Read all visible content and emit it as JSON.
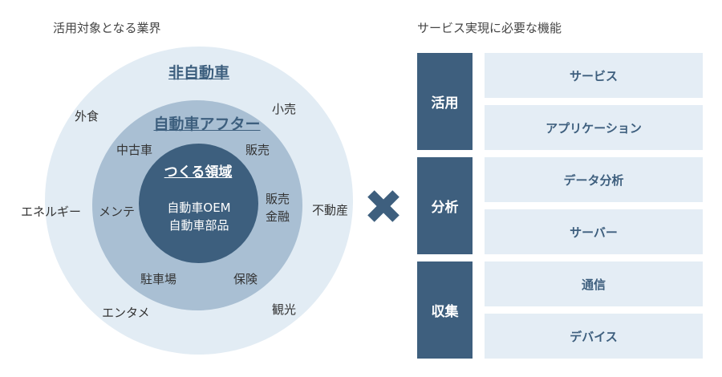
{
  "left_panel": {
    "title": "活用対象となる業界",
    "outer_ring": {
      "title": "非自動車",
      "labels": [
        "外食",
        "小売",
        "エネルギー",
        "不動産",
        "エンタメ",
        "観光"
      ]
    },
    "middle_ring": {
      "title": "自動車アフター",
      "labels": [
        "中古車",
        "販売",
        "メンテ",
        "販売",
        "金融",
        "駐車場",
        "保険"
      ]
    },
    "inner_circle": {
      "title": "つくる領域",
      "lines": [
        "自動車OEM",
        "自動車部品"
      ]
    }
  },
  "connector_icon": "cross-icon",
  "right_panel": {
    "title": "サービス実現に必要な機能",
    "groups": [
      {
        "category": "活用",
        "items": [
          "サービス",
          "アプリケーション"
        ]
      },
      {
        "category": "分析",
        "items": [
          "データ分析",
          "サーバー"
        ]
      },
      {
        "category": "収集",
        "items": [
          "通信",
          "デバイス"
        ]
      }
    ]
  },
  "colors": {
    "outer_ring": "#e2ecf4",
    "middle_ring": "#a9bfd3",
    "inner_circle": "#3d5f7e",
    "category_block": "#3e5f7e",
    "item_block": "#e4edf5"
  }
}
